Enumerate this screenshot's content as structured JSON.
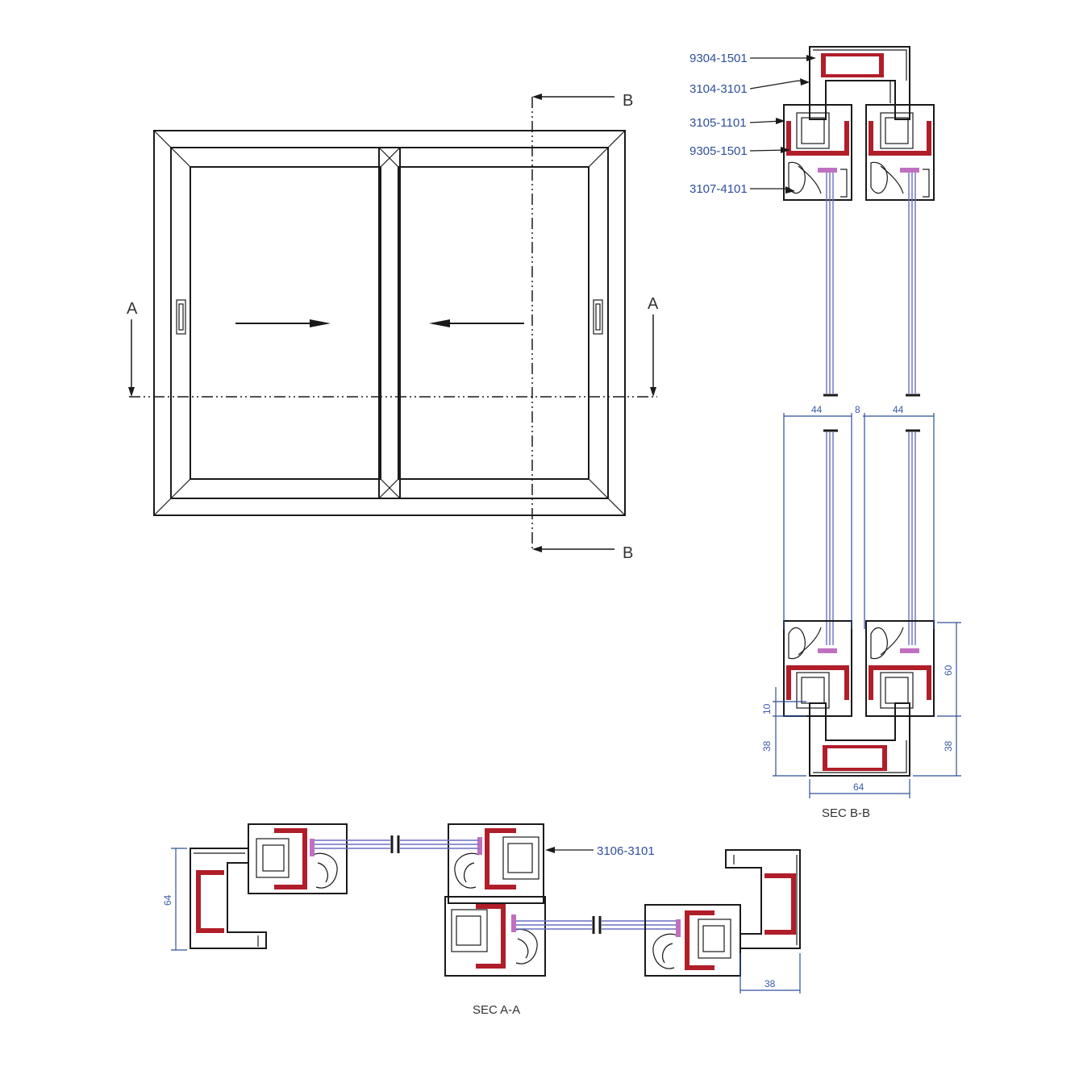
{
  "elevation": {
    "section_markers": {
      "b_top": "B",
      "b_bottom": "B",
      "a_left": "A",
      "a_right": "A"
    }
  },
  "section_bb": {
    "labels": [
      "9304-1501",
      "3104-3101",
      "3105-1101",
      "9305-1501",
      "3107-4101"
    ],
    "dims": {
      "width_left": "44",
      "gap": "8",
      "width_right": "44",
      "height_sash": "60",
      "frame_left": "10",
      "frame_h_left": "38",
      "frame_h_right": "38",
      "frame_w": "64"
    },
    "caption": "SEC B-B"
  },
  "section_aa": {
    "label": "3106-3101",
    "dims": {
      "height": "64",
      "width": "38"
    },
    "caption": "SEC A-A"
  },
  "colors": {
    "reinforcement": "#b01e2a",
    "dimension": "#2f4f9a",
    "glass": "#6a6fc0",
    "line": "#1a1a1a"
  }
}
